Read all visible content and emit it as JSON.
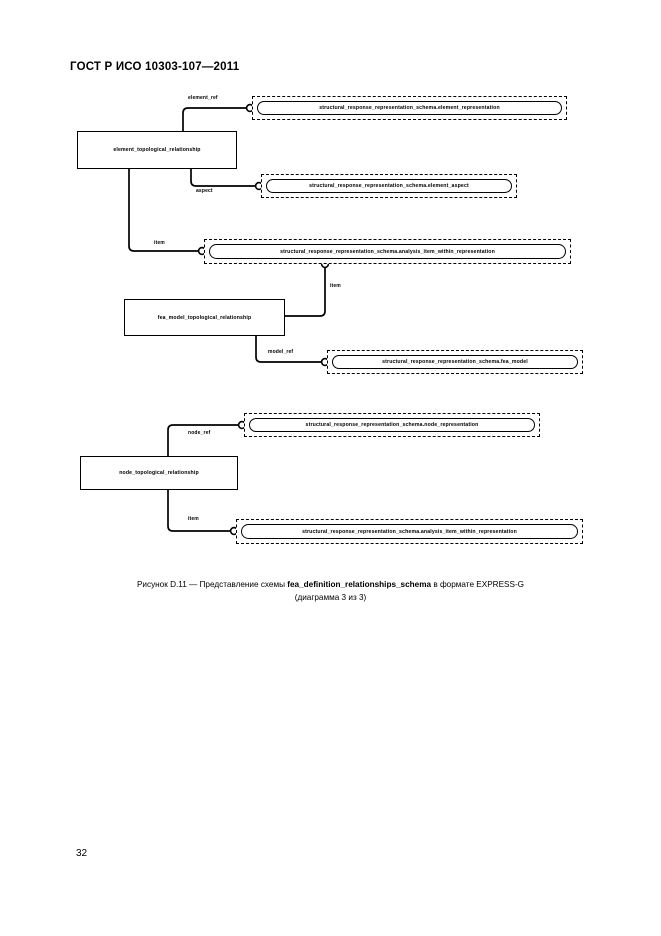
{
  "document": {
    "header": "ГОСТ Р ИСО 10303-107—2011",
    "page_number": "32"
  },
  "figure": {
    "caption_line1_prefix": "Рисунок  D.11 — Представление схемы ",
    "caption_schema_name": "fea_definition_relationships_schema",
    "caption_line1_suffix": " в формате EXPRESS-G",
    "caption_line2": "(диаграмма 3 из 3)"
  },
  "diagram": {
    "type": "EXPRESS-G",
    "entities": [
      {
        "id": "element_topological_relationship",
        "label": "element_topological_relationship",
        "kind": "entity"
      },
      {
        "id": "fea_model_topological_relationship",
        "label": "fea_model_topological_relationship",
        "kind": "entity"
      },
      {
        "id": "node_topological_relationship",
        "label": "node_topological_relationship",
        "kind": "entity"
      }
    ],
    "schema_refs": [
      {
        "id": "element_representation",
        "label": "structural_response_representation_schema.element_representation"
      },
      {
        "id": "element_aspect",
        "label": "structural_response_representation_schema.element_aspect"
      },
      {
        "id": "analysis_item_within_representation_top",
        "label": "structural_response_representation_schema.analysis_item_within_representation"
      },
      {
        "id": "fea_model",
        "label": "structural_response_representation_schema.fea_model"
      },
      {
        "id": "node_representation",
        "label": "structural_response_representation_schema.node_representation"
      },
      {
        "id": "analysis_item_within_representation_bottom",
        "label": "structural_response_representation_schema.analysis_item_within_representation"
      }
    ],
    "roles": [
      {
        "id": "element_ref",
        "label": "element_ref"
      },
      {
        "id": "aspect",
        "label": "aspect"
      },
      {
        "id": "item_top",
        "label": "item"
      },
      {
        "id": "item_mid",
        "label": "item"
      },
      {
        "id": "model_ref",
        "label": "model_ref"
      },
      {
        "id": "node_ref",
        "label": "node_ref"
      },
      {
        "id": "item_bottom",
        "label": "item"
      }
    ]
  }
}
